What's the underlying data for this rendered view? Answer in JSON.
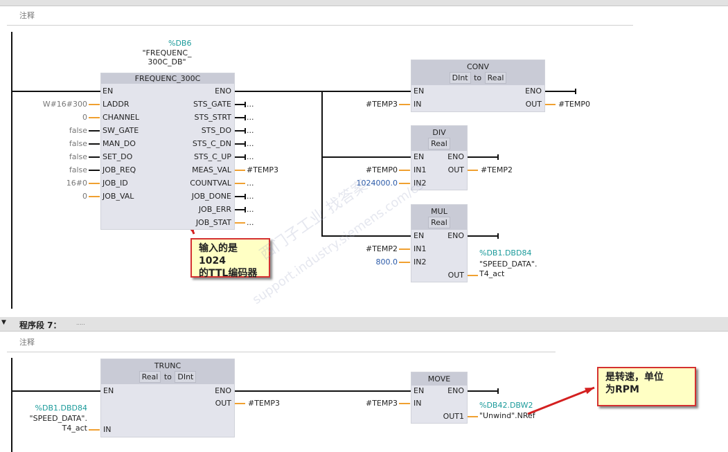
{
  "network6": {
    "title": "程序段 6：",
    "dots": ".....",
    "comment": "注释"
  },
  "network7": {
    "title": "程序段 7：",
    "dots": ".....",
    "comment": "注释"
  },
  "freq": {
    "db_addr": "%DB6",
    "db_name1": "\"FREQUENC_",
    "db_name2": "300C_DB\"",
    "title": "FREQUENC_300C",
    "inputs": [
      {
        "pin": "EN"
      },
      {
        "pin": "LADDR",
        "val": "W#16#300",
        "wire": "orange"
      },
      {
        "pin": "CHANNEL",
        "val": "0",
        "wire": "orange"
      },
      {
        "pin": "SW_GATE",
        "val": "false",
        "wire": "black"
      },
      {
        "pin": "MAN_DO",
        "val": "false",
        "wire": "black"
      },
      {
        "pin": "SET_DO",
        "val": "false",
        "wire": "black"
      },
      {
        "pin": "JOB_REQ",
        "val": "false",
        "wire": "black"
      },
      {
        "pin": "JOB_ID",
        "val": "16#0",
        "wire": "orange"
      },
      {
        "pin": "JOB_VAL",
        "val": "0",
        "wire": "orange"
      }
    ],
    "outputs": [
      {
        "pin": "ENO"
      },
      {
        "pin": "STS_GATE",
        "val": "...",
        "wire": "black"
      },
      {
        "pin": "STS_STRT",
        "val": "...",
        "wire": "black"
      },
      {
        "pin": "STS_DO",
        "val": "...",
        "wire": "black"
      },
      {
        "pin": "STS_C_DN",
        "val": "...",
        "wire": "black"
      },
      {
        "pin": "STS_C_UP",
        "val": "...",
        "wire": "black"
      },
      {
        "pin": "MEAS_VAL",
        "val": "#TEMP3",
        "wire": "orange"
      },
      {
        "pin": "COUNTVAL",
        "val": "...",
        "wire": "orange"
      },
      {
        "pin": "JOB_DONE",
        "val": "...",
        "wire": "black"
      },
      {
        "pin": "JOB_ERR",
        "val": "...",
        "wire": "black"
      },
      {
        "pin": "JOB_STAT",
        "val": "...",
        "wire": "orange"
      }
    ]
  },
  "conv": {
    "title": "CONV",
    "from": "DInt",
    "to_word": "to",
    "to": "Real",
    "en": "EN",
    "in": "IN",
    "eno": "ENO",
    "out": "OUT",
    "in_val": "#TEMP3",
    "out_val": "#TEMP0"
  },
  "div": {
    "title": "DIV",
    "type": "Real",
    "en": "EN",
    "in1": "IN1",
    "in2": "IN2",
    "eno": "ENO",
    "out": "OUT",
    "in1_val": "#TEMP0",
    "in2_val": "1024000.0",
    "out_val": "#TEMP2"
  },
  "mul": {
    "title": "MUL",
    "type": "Real",
    "en": "EN",
    "in1": "IN1",
    "in2": "IN2",
    "eno": "ENO",
    "out": "OUT",
    "in1_val": "#TEMP2",
    "in2_val": "800.0",
    "out_addr": "%DB1.DBD84",
    "out_name1": "\"SPEED_DATA\".",
    "out_name2": "T4_act"
  },
  "trunc": {
    "title": "TRUNC",
    "from": "Real",
    "to_word": "to",
    "to": "DInt",
    "en": "EN",
    "in": "IN",
    "eno": "ENO",
    "out": "OUT",
    "in_addr": "%DB1.DBD84",
    "in_name1": "\"SPEED_DATA\".",
    "in_name2": "T4_act",
    "out_val": "#TEMP3"
  },
  "move": {
    "title": "MOVE",
    "en": "EN",
    "in": "IN",
    "eno": "ENO",
    "out1": "OUT1",
    "in_val": "#TEMP3",
    "out_addr": "%DB42.DBW2",
    "out_name": "\"Unwind\".NRef"
  },
  "callout1": {
    "line1": "输入的是1024",
    "line2": "的TTL编码器"
  },
  "callout2": {
    "line1": "是转速，单位",
    "line2": "为RPM"
  },
  "watermark": {
    "line1": "西门子工业 找答案",
    "line2": "support.industry.siemens.com/cs"
  },
  "colors": {
    "wire_orange": "#f0a030",
    "teal": "#1a9a9a",
    "blue": "#2b5aa8",
    "callout_border": "#d43030"
  }
}
